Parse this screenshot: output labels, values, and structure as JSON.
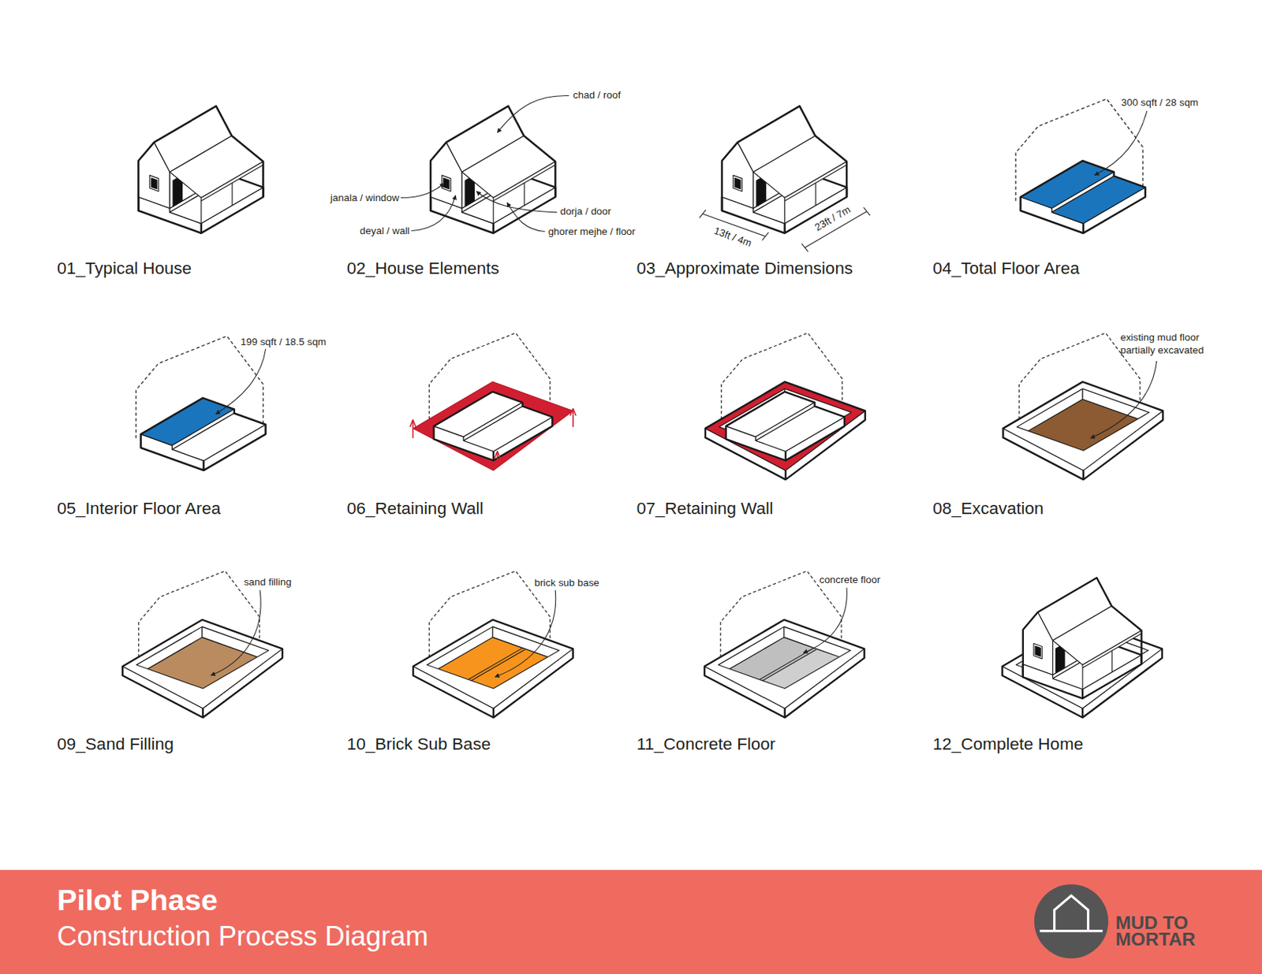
{
  "diagram": {
    "title": "Pilot Phase",
    "caption": "Construction Process Diagram",
    "labels": [
      "01_Typical House",
      "chad / roof",
      "janala / window",
      "deyal / wall",
      "dorja / door",
      "ghorer mejhe / floor",
      "02_House Elements",
      "13ft / 4m",
      "23ft / 7m",
      "03_Approximate Dimensions",
      "300 sqft / 28 sqm",
      "04_Total Floor Area",
      "199 sqft / 18.5 sqm",
      "05_Interior Floor Area",
      "06_Retaining Wall",
      "07_Retaining Wall",
      "existing mud floor partially excavated",
      "08_Excavation",
      "sand filling",
      "09_Sand Filling",
      "brick sub base",
      "10_Brick Sub Base",
      "concrete floor",
      "11_Concrete Floor",
      "12_Complete Home",
      "MUD TO MORTAR"
    ]
  }
}
